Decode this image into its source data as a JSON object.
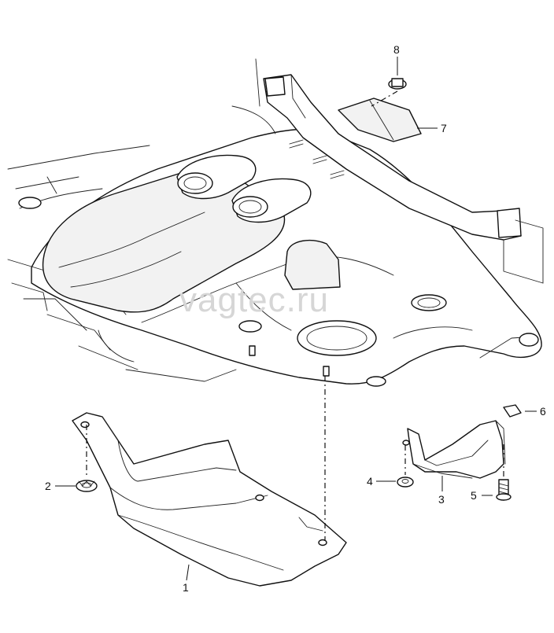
{
  "diagram": {
    "watermark": "vagtec.ru",
    "callouts": [
      "1",
      "2",
      "3",
      "4",
      "5",
      "6",
      "7",
      "8"
    ]
  }
}
